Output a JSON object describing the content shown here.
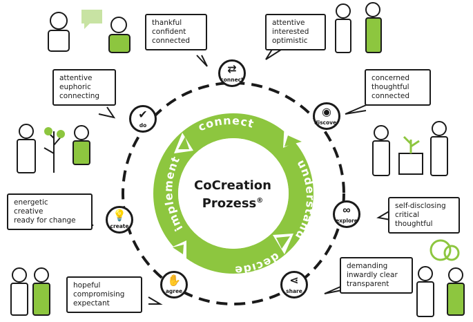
{
  "center": {
    "line1": "CoCreation",
    "line2": "Prozess",
    "mark": "®"
  },
  "arrow_words": [
    "connect",
    "understand",
    "decide",
    "implement"
  ],
  "colors": {
    "green": "#8dc63f",
    "ink": "#1a1a1a"
  },
  "nodes": [
    {
      "id": "connect",
      "label": "connect",
      "icon": "swap-arrows-icon",
      "glyph": "⇄",
      "bubble": [
        "thankful",
        "confident",
        "connected"
      ]
    },
    {
      "id": "discover",
      "label": "discover",
      "icon": "eye-icon",
      "glyph": "◉",
      "bubble": [
        "concerned",
        "thoughtful",
        "connected"
      ]
    },
    {
      "id": "explore",
      "label": "explore",
      "icon": "binoculars-icon",
      "glyph": "∞",
      "bubble": [
        "self-disclosing",
        "critical",
        "thoughtful"
      ]
    },
    {
      "id": "share",
      "label": "share",
      "icon": "share-icon",
      "glyph": "⋖",
      "bubble": [
        "demanding",
        "inwardly clear",
        "transparent"
      ]
    },
    {
      "id": "agree",
      "label": "agree",
      "icon": "handshake-icon",
      "glyph": "✋",
      "bubble": [
        "hopeful",
        "compromising",
        "expectant"
      ]
    },
    {
      "id": "create",
      "label": "create",
      "icon": "lightbulb-icon",
      "glyph": "💡",
      "bubble": [
        "energetic",
        "creative",
        "ready for change"
      ]
    },
    {
      "id": "do",
      "label": "do",
      "icon": "checkmark-icon",
      "glyph": "✔",
      "bubble": [
        "attentive",
        "euphoric",
        "connecting"
      ]
    },
    {
      "id": "top-right",
      "bubble": [
        "attentive",
        "interested",
        "optimistic"
      ]
    }
  ]
}
